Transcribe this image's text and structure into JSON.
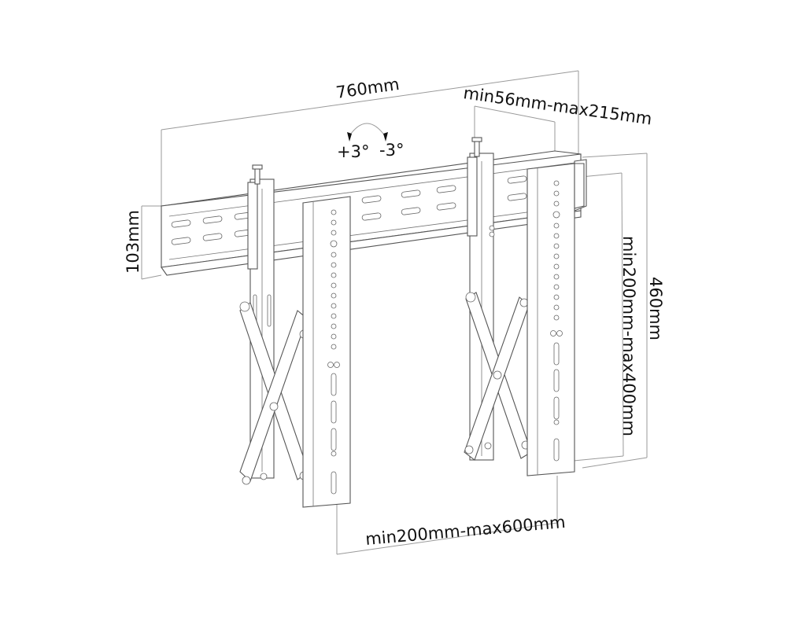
{
  "diagram": {
    "title": "Video wall mount bracket dimensions",
    "colors": {
      "line": "#555555",
      "dimension_line": "#9a9a9a",
      "text": "#111111",
      "background": "#ffffff"
    },
    "labels": {
      "width_rail": "760mm",
      "depth": "min56mm-max215mm",
      "tilt_plus": "+3°",
      "tilt_minus": "-3°",
      "rail_height": "103mm",
      "bracket_height": "460mm",
      "vertical_vesa": "min200mm-max400mm",
      "horizontal_vesa": "min200mm-max600mm"
    },
    "components": [
      "wall-rail",
      "left-pop-out-arm",
      "right-pop-out-arm",
      "left-vertical-bracket",
      "right-vertical-bracket"
    ]
  }
}
